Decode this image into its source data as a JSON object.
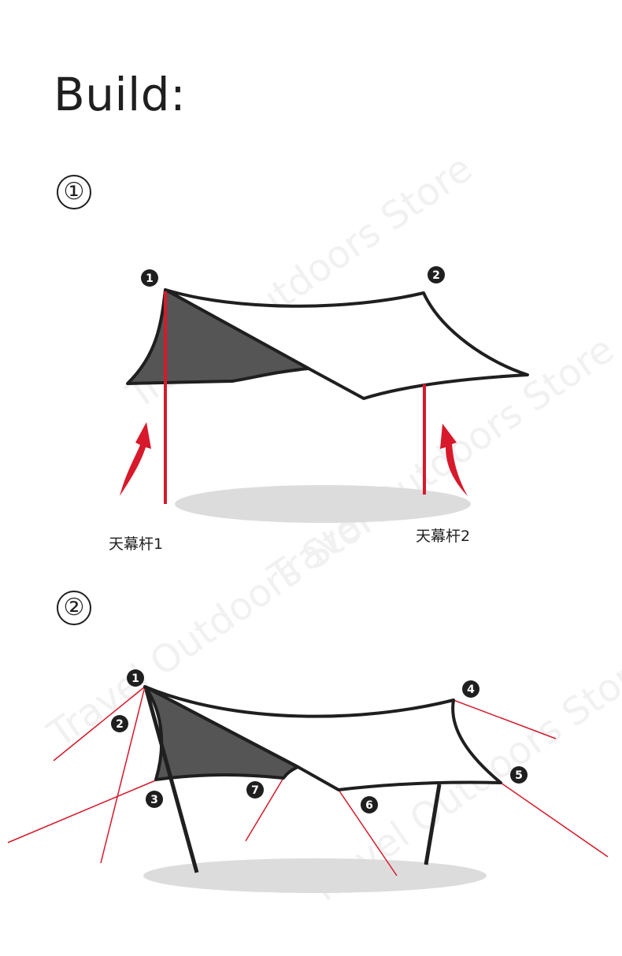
{
  "title": "Build:",
  "watermark": "Travel Outdoors Store",
  "steps": [
    {
      "label": "①"
    },
    {
      "label": "②"
    }
  ],
  "step1": {
    "pole_labels": [
      "天幕杆1",
      "天幕杆2"
    ],
    "markers": [
      "1",
      "2"
    ]
  },
  "step2": {
    "markers": [
      "1",
      "2",
      "3",
      "4",
      "5",
      "6",
      "7"
    ]
  },
  "colors": {
    "outline": "#1f1f1f",
    "pole": "#d7192b",
    "shade": "#555555",
    "ground": "#dcdcdc"
  }
}
